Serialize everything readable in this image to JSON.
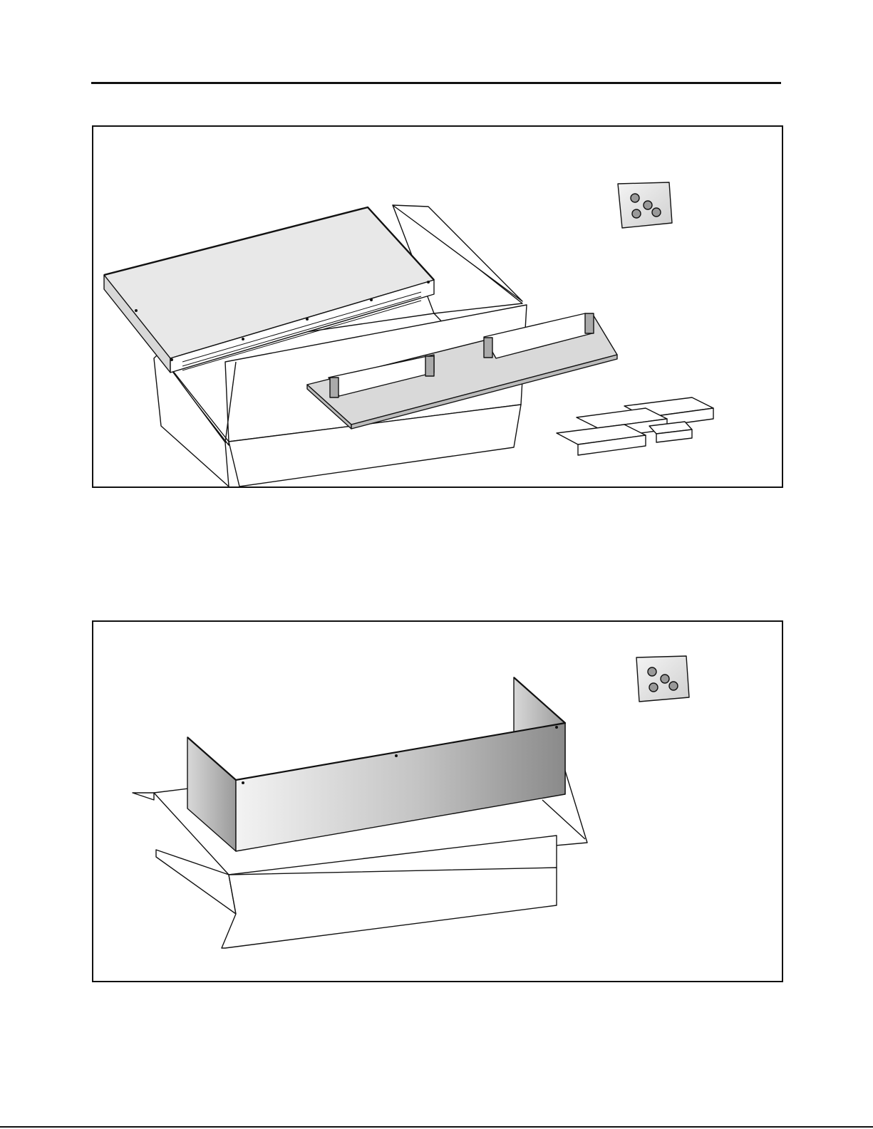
{
  "page": {
    "panels": [
      {
        "id": "panel-1",
        "contents": [
          "hood-liner-unit",
          "support-bracket-plate",
          "charcoal-filter",
          "hardware-bag"
        ]
      },
      {
        "id": "panel-2",
        "contents": [
          "duct-cover-panels",
          "hardware-bag"
        ]
      }
    ]
  },
  "colors": {
    "line": "#111111",
    "paper": "#ffffff",
    "panel_fill": "#e6e6e6"
  }
}
